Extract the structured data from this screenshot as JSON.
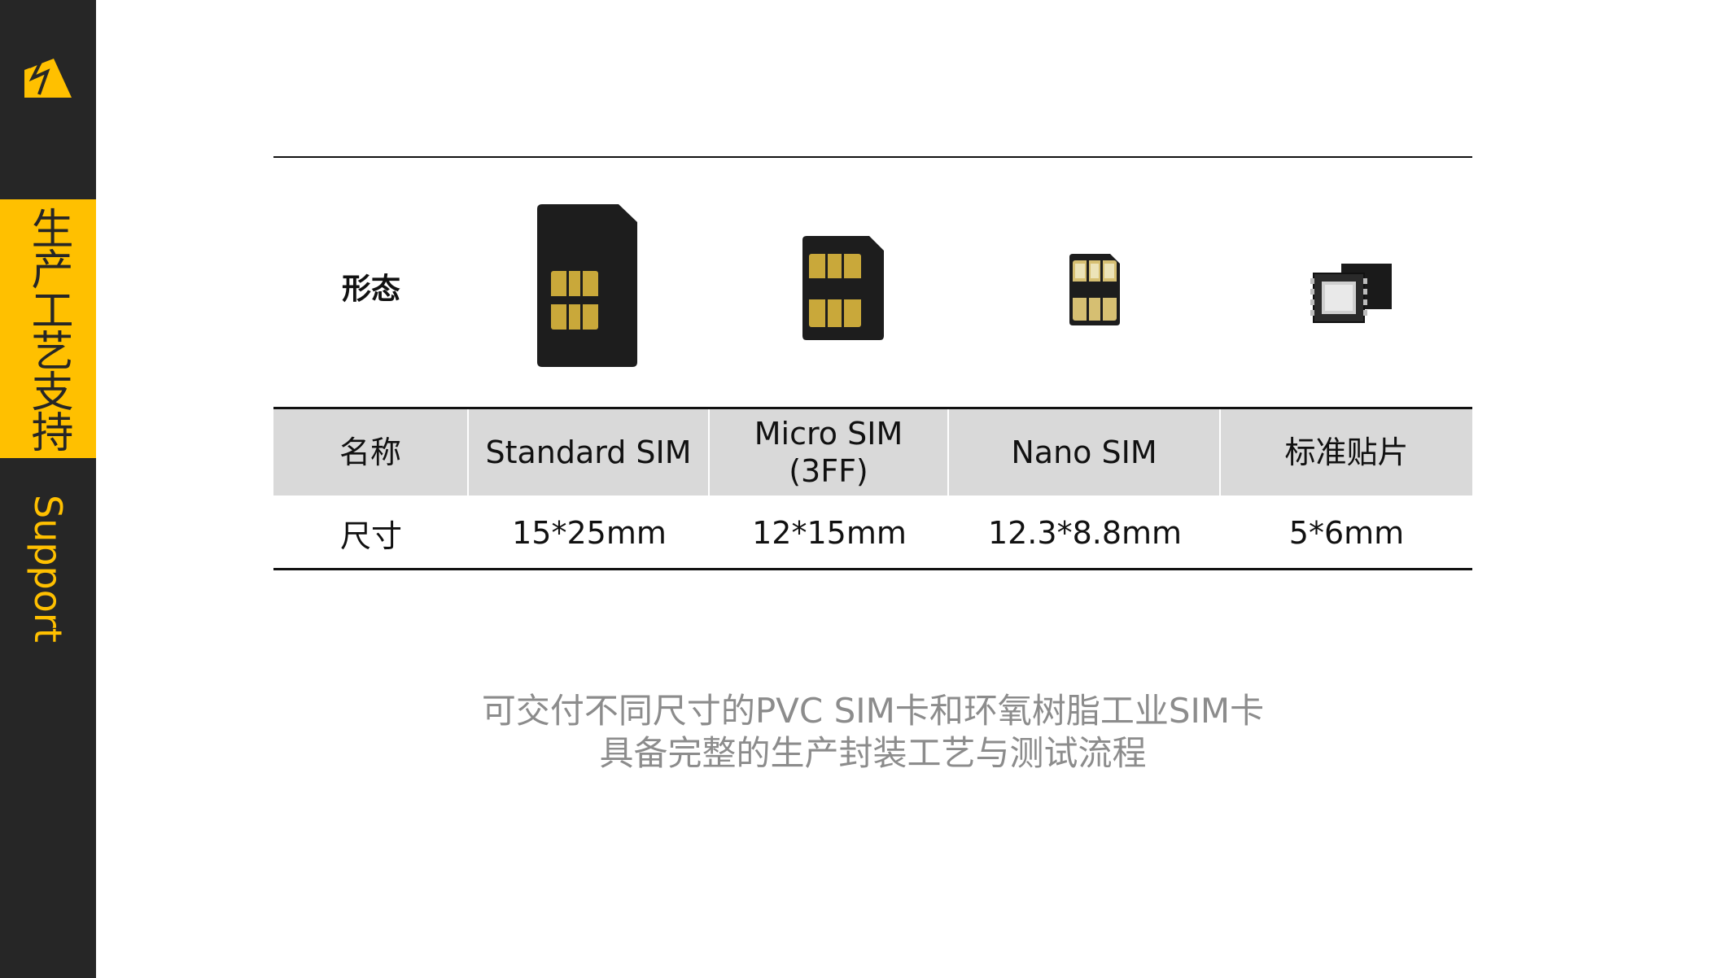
{
  "sidebar": {
    "tab_label": "生产工艺支持",
    "subtitle": "Support",
    "colors": {
      "background": "#262626",
      "accent": "#ffc000"
    }
  },
  "table": {
    "form_label": "形态",
    "name_label": "名称",
    "size_label": "尺寸",
    "columns": [
      {
        "name": "Standard SIM",
        "size": "15*25mm"
      },
      {
        "name_line1": "Micro SIM",
        "name_line2": "(3FF)",
        "size": "12*15mm"
      },
      {
        "name": "Nano SIM",
        "size": "12.3*8.8mm"
      },
      {
        "name": "标准贴片",
        "size": "5*6mm"
      }
    ]
  },
  "caption": {
    "line1": "可交付不同尺寸的PVC SIM卡和环氧树脂工业SIM卡",
    "line2": "具备完整的生产封装工艺与测试流程"
  }
}
